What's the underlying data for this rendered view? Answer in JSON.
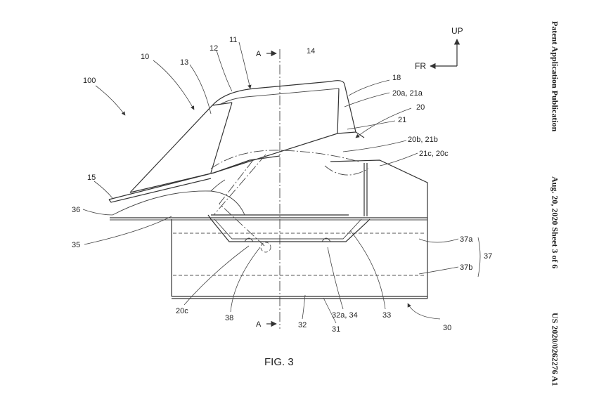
{
  "header": {
    "publication_type": "Patent Application Publication",
    "date_sheet": "Aug. 20, 2020  Sheet 3 of 6",
    "number": "US 2020/0262276 A1"
  },
  "figure": {
    "caption": "FIG. 3",
    "direction": {
      "up": "UP",
      "front": "FR"
    },
    "section": {
      "top": "A",
      "bottom": "A"
    },
    "labels": {
      "n100": "100",
      "n10": "10",
      "n13": "13",
      "n12": "12",
      "n11": "11",
      "n14": "14",
      "n18": "18",
      "n20a21a": "20a, 21a",
      "n20": "20",
      "n21": "21",
      "n20b21b": "20b, 21b",
      "n21c20c": "21c, 20c",
      "n15": "15",
      "n36": "36",
      "n35": "35",
      "n37a": "37a",
      "n37": "37",
      "n37b": "37b",
      "n20c": "20c",
      "n38": "38",
      "n32": "32",
      "n31": "31",
      "n32a34": "32a, 34",
      "n33": "33",
      "n30": "30"
    }
  }
}
